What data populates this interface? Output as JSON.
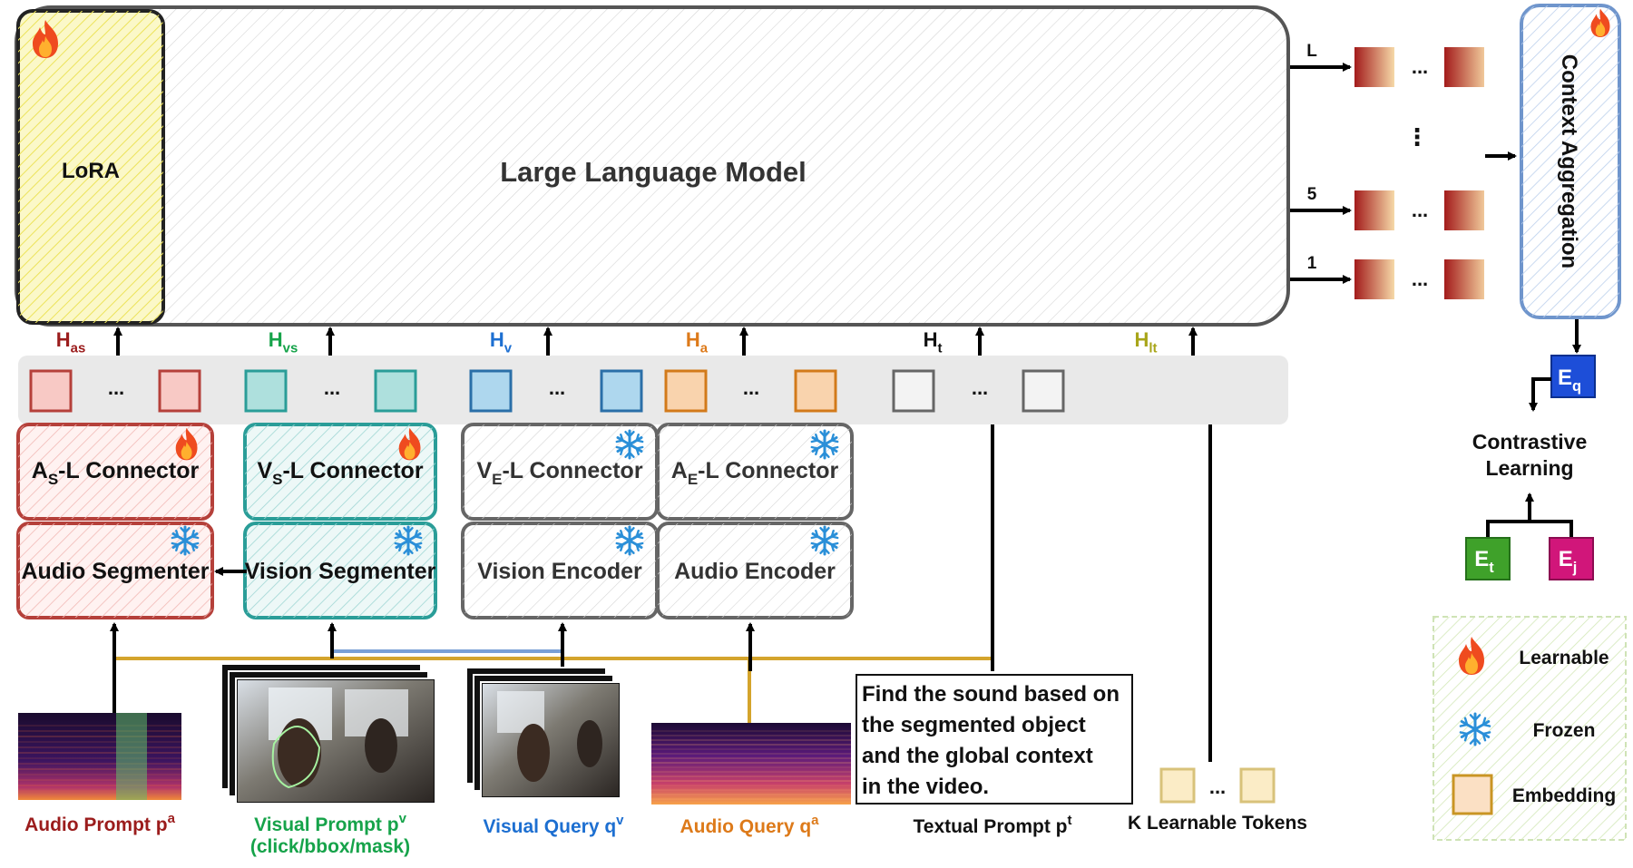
{
  "llm": {
    "lora_label": "LoRA",
    "title": "Large Language Model"
  },
  "hidden_states": [
    {
      "base": "H",
      "sub": "as",
      "color": "#9b1c1c"
    },
    {
      "base": "H",
      "sub": "vs",
      "color": "#16a34a"
    },
    {
      "base": "H",
      "sub": "v",
      "color": "#1d6fd1"
    },
    {
      "base": "H",
      "sub": "a",
      "color": "#dd7a1a"
    },
    {
      "base": "H",
      "sub": "t",
      "color": "#111111"
    },
    {
      "base": "H",
      "sub": "lt",
      "color": "#a8a51a"
    }
  ],
  "outputs": {
    "labels": [
      "L",
      "5",
      "1"
    ],
    "ellipsis": "...",
    "vertical_ellipsis": "⋮"
  },
  "context_aggregation": {
    "label": "Context Aggregation"
  },
  "contrastive": {
    "line1": "Contrastive",
    "line2": "Learning",
    "eq": {
      "base": "E",
      "sub": "q",
      "color": "#1d4ed8"
    },
    "et": {
      "base": "E",
      "sub": "t",
      "color": "#3fa12a"
    },
    "ej": {
      "base": "E",
      "sub": "j",
      "color": "#d1167a"
    }
  },
  "token_ellipsis": "...",
  "connectors": [
    {
      "pre": "A",
      "sub": "S",
      "post": "-L Connector",
      "state": "learnable"
    },
    {
      "pre": "V",
      "sub": "S",
      "post": "-L Connector",
      "state": "learnable"
    },
    {
      "pre": "V",
      "sub": "E",
      "post": "-L Connector",
      "state": "frozen"
    },
    {
      "pre": "A",
      "sub": "E",
      "post": "-L Connector",
      "state": "frozen"
    }
  ],
  "encoders": [
    {
      "label": "Audio Segmenter",
      "state": "frozen"
    },
    {
      "label": "Vision Segmenter",
      "state": "frozen"
    },
    {
      "label": "Vision Encoder",
      "state": "frozen"
    },
    {
      "label": "Audio Encoder",
      "state": "frozen"
    }
  ],
  "text_prompt": {
    "lines": [
      "Find the sound based on",
      "the segmented object",
      "and the global context",
      "in the video."
    ]
  },
  "inputs": [
    {
      "label": "Audio Prompt p",
      "sup": "a",
      "color": "#9b1c1c"
    },
    {
      "label": "Visual Prompt p",
      "sup": "v",
      "line2": "(click/bbox/mask)",
      "color": "#16a34a"
    },
    {
      "label": "Visual Query q",
      "sup": "v",
      "color": "#1d6fd1"
    },
    {
      "label": "Audio Query q",
      "sup": "a",
      "color": "#dd7a1a"
    },
    {
      "label": "Textual Prompt p",
      "sup": "t",
      "color": "#111111"
    },
    {
      "label": "K Learnable Tokens",
      "sup": "",
      "color": "#111111"
    }
  ],
  "legend": {
    "learnable": "Learnable",
    "frozen": "Frozen",
    "embedding": "Embedding"
  },
  "colors": {
    "audio_seg": "#b5403a",
    "vision_seg": "#2a9d98",
    "frozen_gray": "#666666",
    "ctx_blue": "#6f95cc",
    "lora_yellow": "#f2ec6c",
    "gold_line": "#d4a42c",
    "blue_line": "#7aa0d6"
  }
}
